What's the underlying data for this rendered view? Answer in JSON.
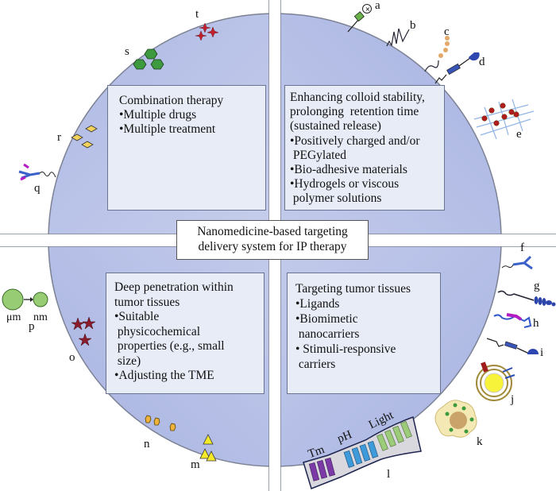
{
  "center_title": {
    "line1": "Nanomedicine-based targeting",
    "line2": "delivery system for IP therapy"
  },
  "quadrants": {
    "top_left": {
      "title": "Combination therapy",
      "items": [
        "•Multiple drugs",
        "•Multiple treatment"
      ]
    },
    "top_right": {
      "lines": [
        "Enhancing colloid stability,",
        "prolonging  retention time",
        "(sustained release)",
        "•Positively charged and/or",
        " PEGylated",
        "•Bio-adhesive materials",
        "•Hydrogels or viscous",
        " polymer solutions"
      ]
    },
    "bottom_left": {
      "lines": [
        "Deep penetration within",
        "tumor tissues",
        "•Suitable",
        " physicochemical",
        " properties (e.g., small",
        " size)",
        "•Adjusting the TME"
      ]
    },
    "bottom_right": {
      "lines": [
        "Targeting tumor tissues",
        "•Ligands",
        "•Biomimetic",
        " nanocarriers",
        "• Stimuli-responsive",
        " carriers"
      ]
    }
  },
  "labels": {
    "a": "a",
    "b": "b",
    "c": "c",
    "d": "d",
    "e": "e",
    "f": "f",
    "g": "g",
    "h": "h",
    "i": "i",
    "j": "j",
    "k": "k",
    "l": "l",
    "m": "m",
    "n": "n",
    "o": "o",
    "p": "p",
    "q": "q",
    "r": "r",
    "s": "s",
    "t": "t"
  },
  "size_labels": {
    "micro": "μm",
    "nano": "nm"
  },
  "stimuli_labels": {
    "tm": "Tm",
    "ph": "pH",
    "light": "Light"
  },
  "colors": {
    "quadrant_fill": "#c3cbec",
    "box_fill": "#e8ecf7",
    "drug_star": "#8b1a2a",
    "hexagon": "#3e9a3e",
    "diamond": "#f2d25a",
    "triangle": "#f4ea2a",
    "ligand_blue": "#2b4fb8"
  }
}
